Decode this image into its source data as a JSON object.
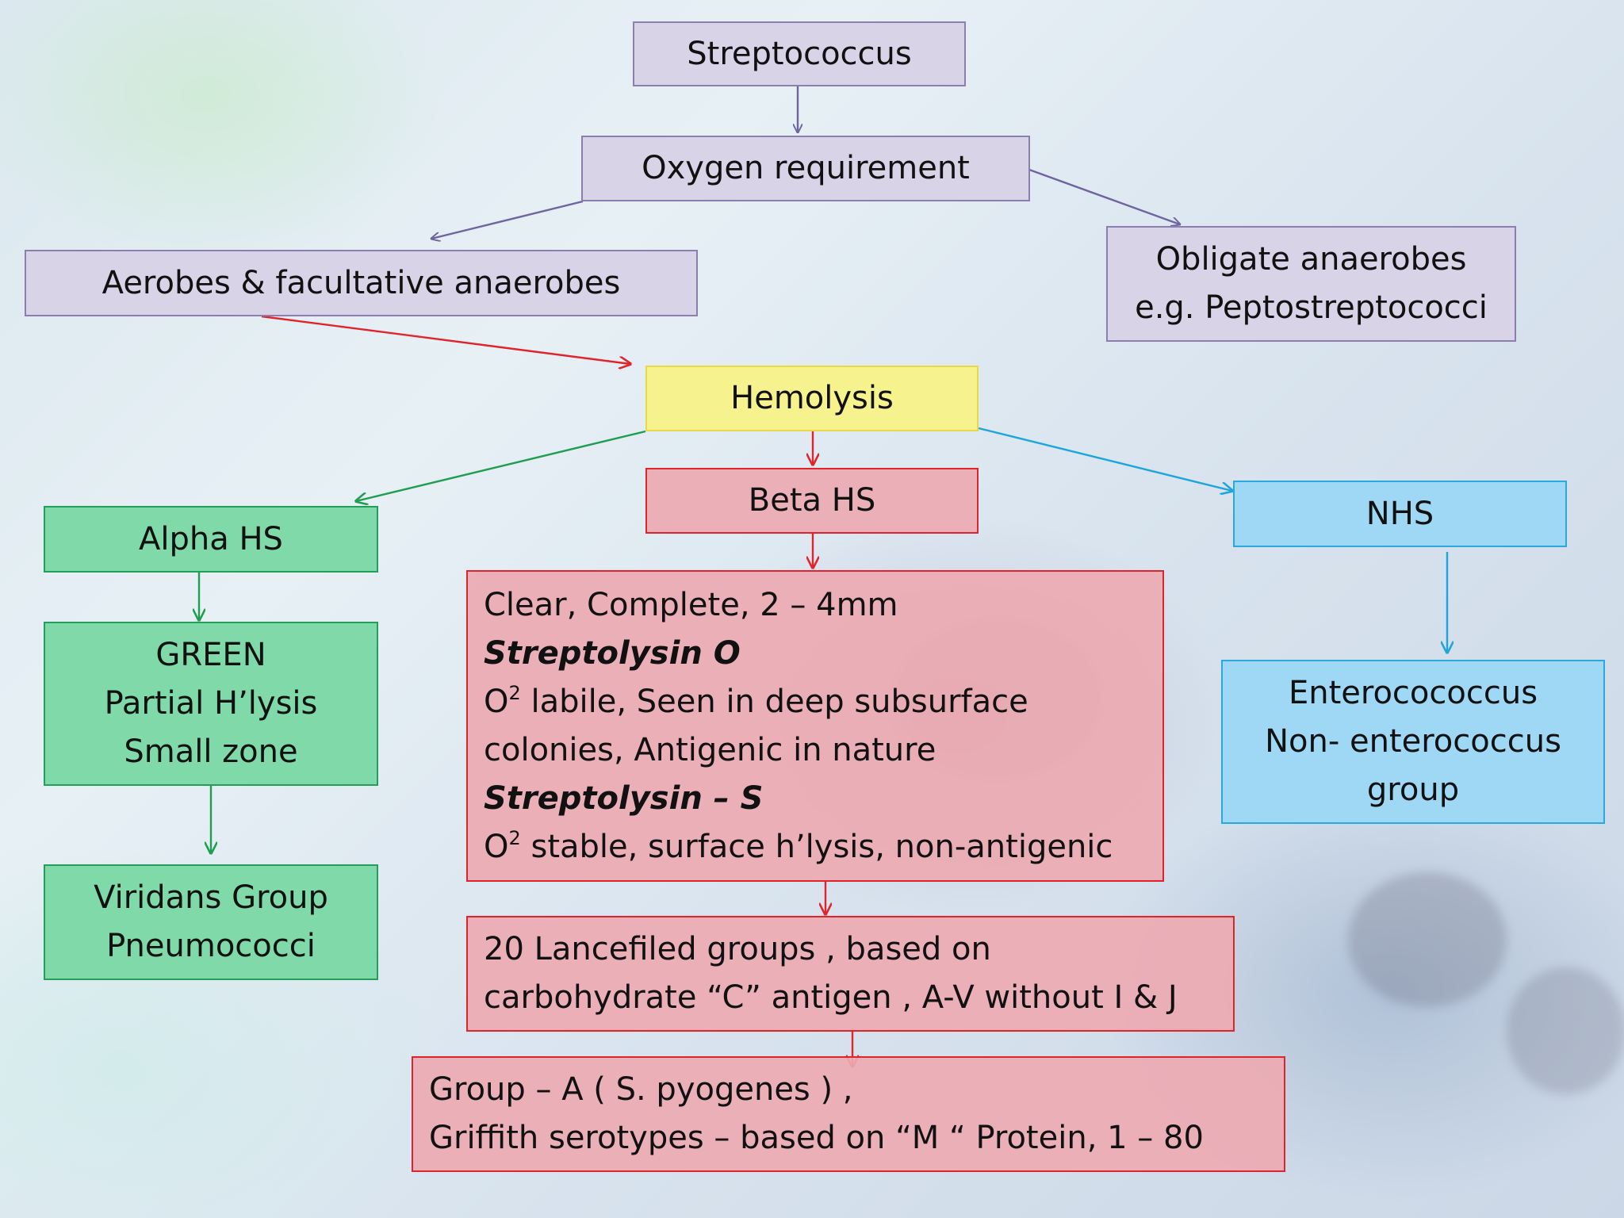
{
  "colors": {
    "purple_fill": "#d8d3e6",
    "purple_border": "#8a7fb0",
    "yellow_fill": "#f6f28e",
    "red_fill": "#ecaab2",
    "red_border": "#e0242b",
    "green_fill": "#7fd9a8",
    "green_border": "#22a05a",
    "blue_fill": "#9fd8f5",
    "blue_border": "#2aa8e0",
    "arrow_purple": "#6f64a0",
    "arrow_red": "#e0242b",
    "arrow_green": "#1f9e4f",
    "arrow_blue": "#1ea6dc"
  },
  "nodes": {
    "streptococcus": "Streptococcus",
    "oxygen": "Oxygen requirement",
    "aerobes": "Aerobes & facultative anaerobes",
    "obligate": {
      "line1": "Obligate anaerobes",
      "line2": "e.g. Peptostreptococci"
    },
    "hemolysis": "Hemolysis",
    "beta": "Beta HS",
    "alpha": "Alpha HS",
    "nhs": "NHS",
    "green_box": {
      "line1": "GREEN",
      "line2": "Partial H’lysis",
      "line3": "Small zone"
    },
    "viridans": {
      "line1": "Viridans Group",
      "line2": "Pneumococci"
    },
    "beta_details": {
      "line1": "Clear, Complete, 2 – 4mm",
      "line2": "Streptolysin O",
      "line3_prefix": "O",
      "line3_sup": "2",
      "line3_rest": " labile, Seen in deep subsurface",
      "line4": "colonies, Antigenic in nature",
      "line5": "Streptolysin – S",
      "line6_prefix": "O",
      "line6_sup": "2",
      "line6_rest": " stable, surface h’lysis, non-antigenic"
    },
    "lancefield": {
      "line1": "20 Lancefiled groups , based on",
      "line2": "carbohydrate “C” antigen , A-V without I & J"
    },
    "group_a": {
      "line1": "Group – A ( S. pyogenes ) ,",
      "line2": "Griffith  serotypes – based on “M “ Protein, 1 – 80"
    },
    "entero": {
      "line1": "Enterocococcus",
      "line2": "Non- enterococcus",
      "line3": "group"
    }
  }
}
